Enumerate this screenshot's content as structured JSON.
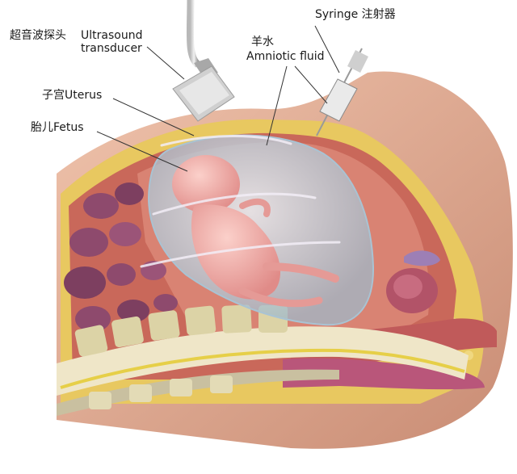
{
  "labels": {
    "ultrasound": {
      "zh": "超音波探头",
      "en_line1": "Ultrasound",
      "en_line2": "transducer"
    },
    "syringe": {
      "text": "Syringe 注射器"
    },
    "amniotic": {
      "zh": "羊水",
      "en": "Amniotic fluid"
    },
    "uterus": {
      "text": "子宫Uterus"
    },
    "fetus": {
      "text": "胎儿Fetus"
    }
  },
  "colors": {
    "skin": "#e3ab92",
    "muscle": "#c9685a",
    "fat": "#e8c860",
    "amniotic_sac": "#c9dbe6",
    "fetus": "#f3a9a6",
    "intestine": "#8e4a6d",
    "spine_bone": "#dcd3a6",
    "nerve": "#e6cf48",
    "bladder": "#b9567a",
    "leader_line": "#333333"
  }
}
